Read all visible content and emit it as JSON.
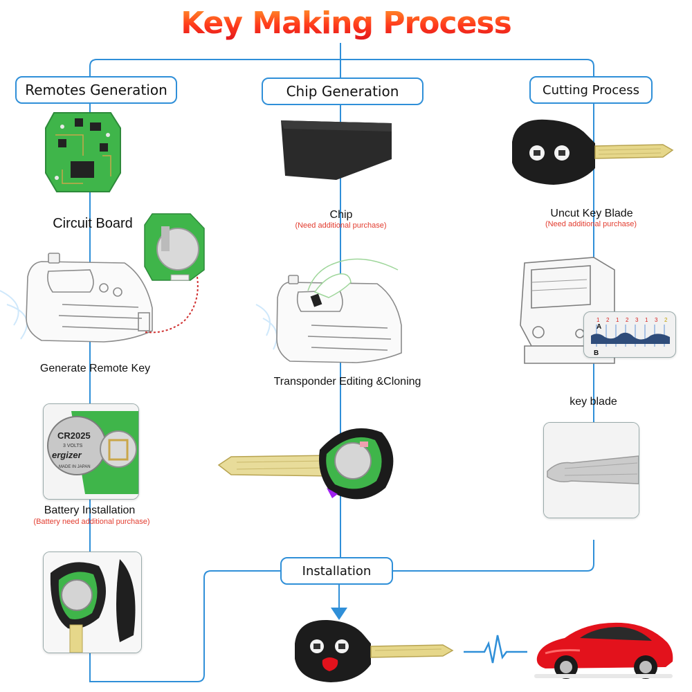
{
  "title": "Key Making Process",
  "columns": {
    "remotes": {
      "header": "Remotes Generation",
      "circuit_board": "Circuit Board",
      "generate": "Generate Remote Key",
      "battery": "Battery Installation",
      "battery_note": "(Battery need additional purchase)",
      "battery_text": "CR2025",
      "battery_volts": "3 VOLTS",
      "battery_brand": "ergizer",
      "battery_origin": "MADE IN JAPAN"
    },
    "chip": {
      "header": "Chip Generation",
      "chip": "Chip",
      "chip_note": "(Need additional purchase)",
      "transponder": "Transponder Editing &Cloning"
    },
    "cutting": {
      "header": "Cutting Process",
      "uncut": "Uncut Key  Blade",
      "uncut_note": "(Need additional purchase)",
      "key_blade": "key blade",
      "mark_a": "A",
      "mark_b": "B",
      "scale_numbers": [
        "1",
        "2",
        "1",
        "2",
        "3",
        "1",
        "3",
        "2"
      ]
    }
  },
  "installation": "Installation",
  "colors": {
    "line": "#2f8fd8",
    "title_top": "#ff9a2a",
    "title_bottom": "#e0141b",
    "note": "#e23b2e",
    "pcb": "#3fb54a",
    "car": "#e3121c"
  }
}
